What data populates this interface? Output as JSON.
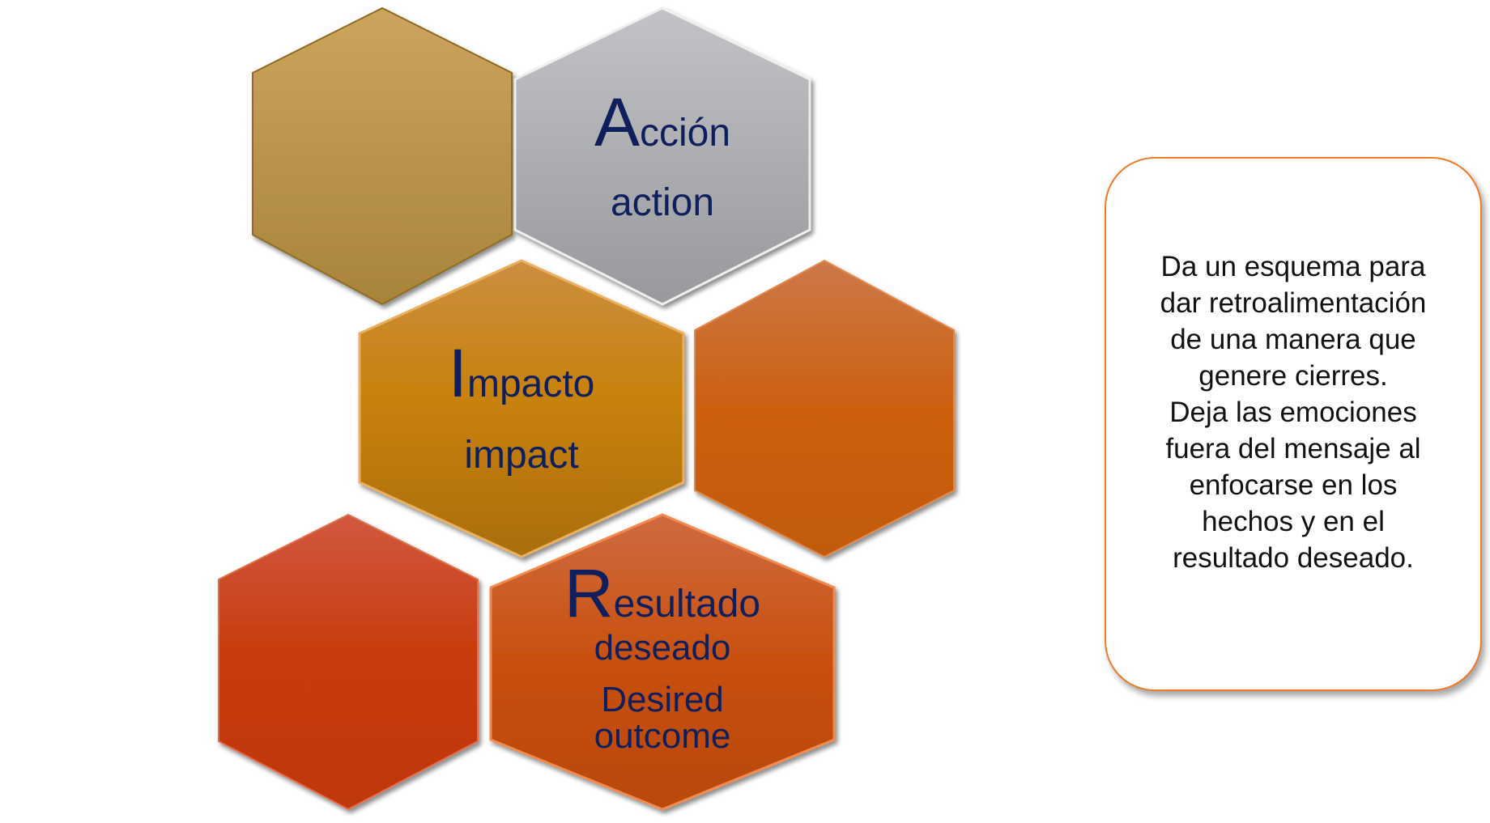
{
  "hexagons": {
    "accion": {
      "initial": "A",
      "rest": "cción",
      "subtitle": "action"
    },
    "impacto": {
      "initial": "I",
      "rest": "mpacto",
      "subtitle": "impact"
    },
    "resultado": {
      "initial": "R",
      "rest": "esultado",
      "line2": "deseado",
      "line3": "Desired",
      "line4": "outcome"
    }
  },
  "note": {
    "lines": [
      "Da un esquema para",
      "dar retroalimentación",
      "de una manera que",
      "genere cierres.",
      "Deja las emociones",
      "fuera del mensaje al",
      "enfocarse en los",
      "hechos y en el",
      "resultado deseado."
    ]
  },
  "colors": {
    "text": "#0f1f5c",
    "note_border": "#f07a2a",
    "gold": "#b98f3f",
    "silver": "#a8a8aa",
    "amber": "#c07a10",
    "orange": "#c86020",
    "red": "#c83a10",
    "orange_red": "#c85018"
  }
}
